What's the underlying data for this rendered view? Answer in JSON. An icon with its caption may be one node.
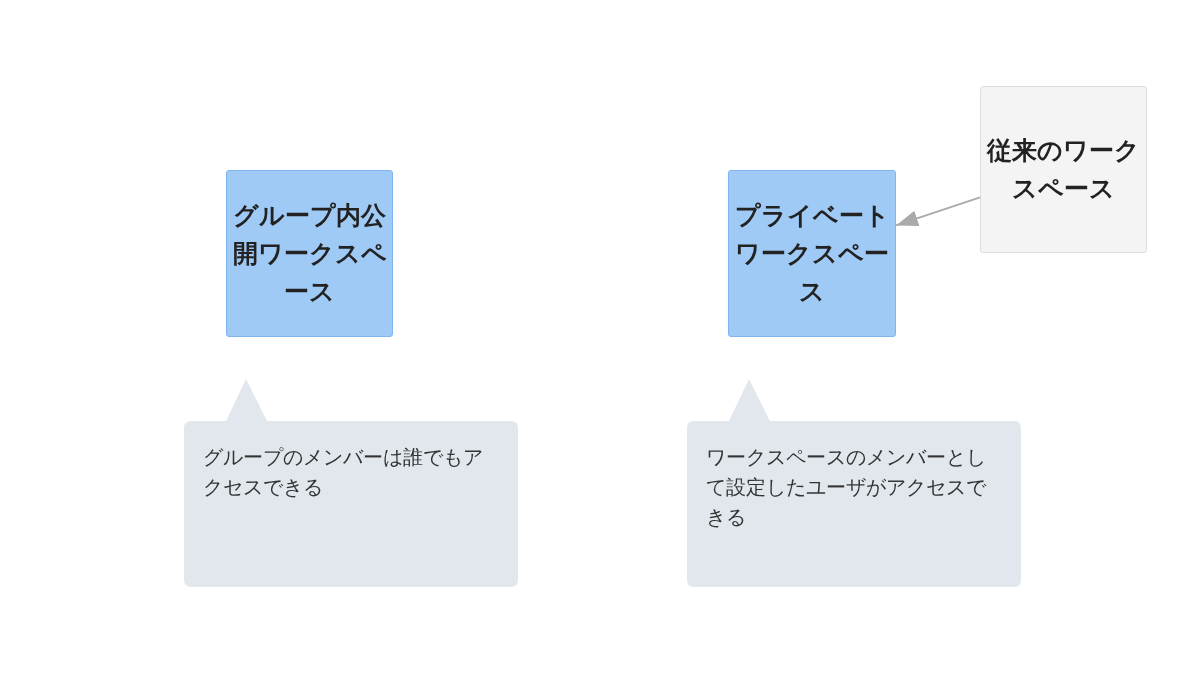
{
  "diagram": {
    "nodes": [
      {
        "text": [
          "グループ内公開ワークスペース"
        ]
      },
      {
        "text": [
          "プライベートワークスペース"
        ]
      },
      {
        "text": [
          "従来のワークスペース"
        ]
      },
      {
        "text": [
          "グループのメンバーは誰でもアクセスできる"
        ]
      },
      {
        "text": [
          "ワークスペースのメンバーとして設定したユーザがアクセスできる"
        ]
      }
    ],
    "edges": [
      {
        "from": 2,
        "to": 1,
        "arrow": "to"
      }
    ]
  }
}
